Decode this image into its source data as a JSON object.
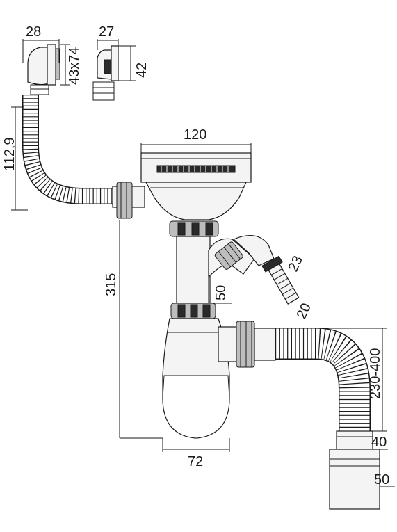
{
  "dimensions": {
    "overflow_width": "28",
    "adapter_width": "27",
    "overflow_size": "43x74",
    "adapter_height": "42",
    "overflow_hose_height": "112,9",
    "strainer_diameter": "120",
    "total_height": "315",
    "side_outlet": "50",
    "hose_nozzle_outer": "23",
    "hose_nozzle_inner": "20",
    "corrugated_length": "230-400",
    "bottle_width": "72",
    "outlet_inner": "40",
    "outlet_outer": "50"
  }
}
